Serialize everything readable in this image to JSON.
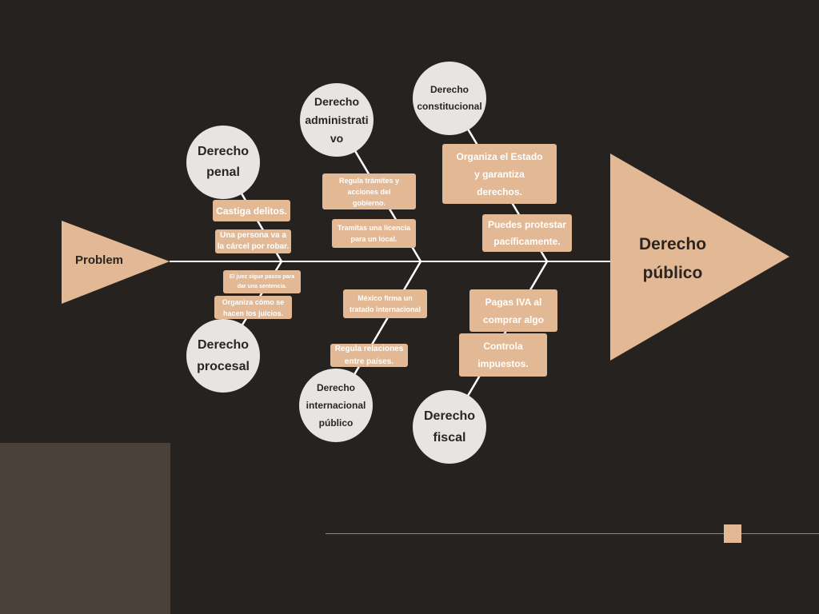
{
  "diagram": {
    "head": "Derecho\npúblico",
    "tail": "Problem",
    "categories": [
      {
        "name": "Derecho\npenal",
        "notes": [
          "Castiga delitos.",
          "Una persona va a\nla cárcel por robar."
        ]
      },
      {
        "name": "Derecho\nadministrati\nvo",
        "notes": [
          "Regula trámites y\nacciones del\ngobierno.",
          "Tramitas una licencia\npara un local."
        ]
      },
      {
        "name": "Derecho\nconstitucional",
        "notes": [
          "Organiza el Estado\ny garantiza\nderechos.",
          "Puedes protestar\npacíficamente."
        ]
      },
      {
        "name": "Derecho\nprocesal",
        "notes": [
          "El juez sigue pasos para\ndar una sentencia.",
          "Organiza cómo se\nhacen los juicios."
        ]
      },
      {
        "name": "Derecho\ninternacional\npúblico",
        "notes": [
          "México firma un\ntratado internacional",
          "Regula relaciones\nentre países."
        ]
      },
      {
        "name": "Derecho\nfiscal",
        "notes": [
          "Pagas IVA al\ncomprar algo",
          "Controla\nimpuestos."
        ]
      }
    ]
  },
  "colors": {
    "background": "#262220",
    "accent": "#e2b994",
    "circle": "#e8e4e3",
    "text_dark": "#2a2522",
    "spine": "#ffffff"
  }
}
